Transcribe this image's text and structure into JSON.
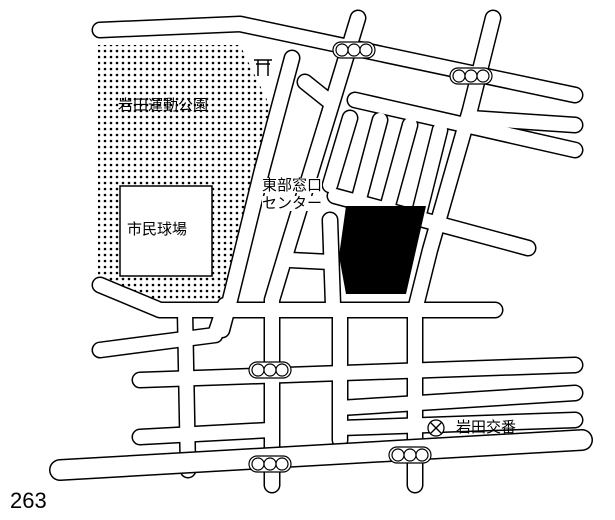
{
  "map": {
    "labels": {
      "park": "岩田運動公園",
      "stadium": "市民球場",
      "center_line1": "東部窓口",
      "center_line2": "センター",
      "police": "岩田交番"
    },
    "page_number": "263",
    "icons": [
      "torii-shrine-icon",
      "traffic-light-icon",
      "police-box-icon"
    ],
    "colors": {
      "ink": "#000000",
      "paper": "#ffffff"
    }
  }
}
